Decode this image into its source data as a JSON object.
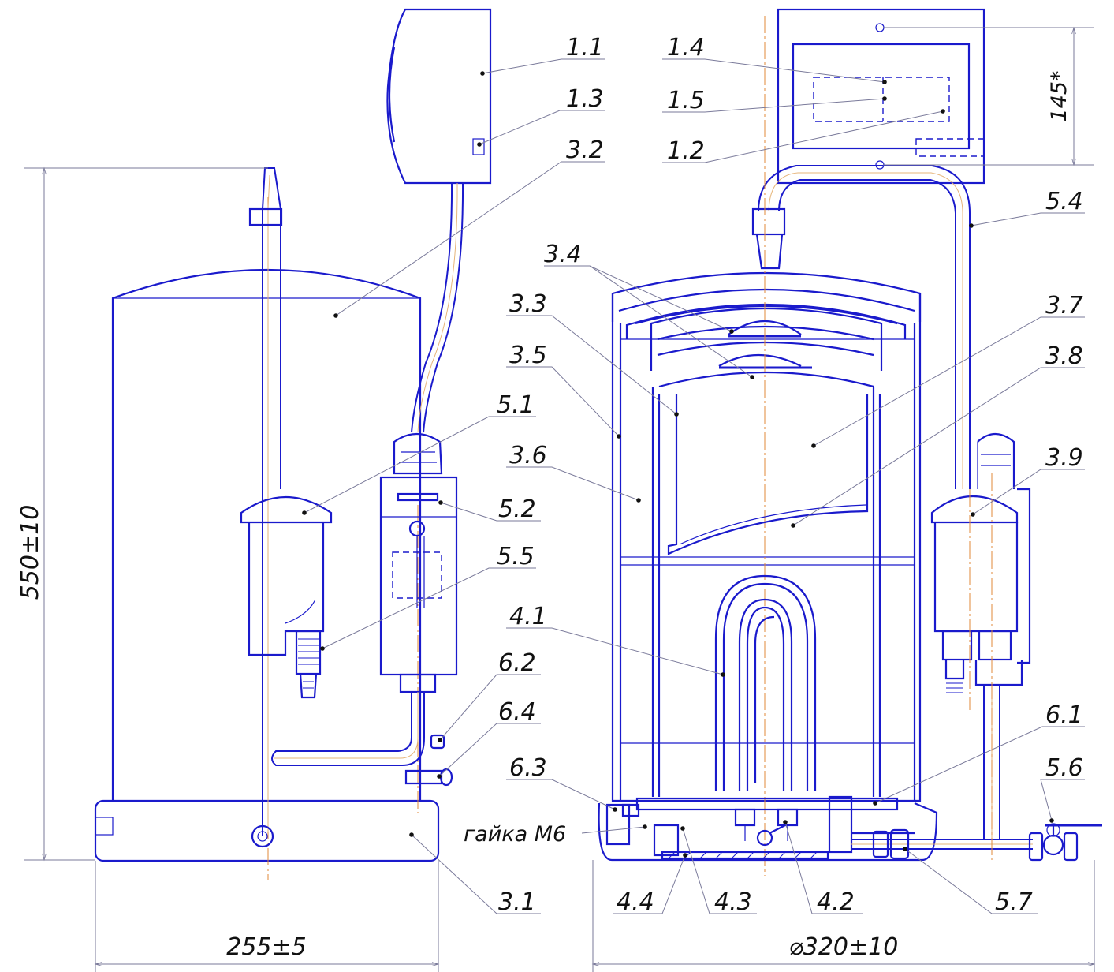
{
  "callouts": [
    "1.1",
    "1.3",
    "3.2",
    "1.4",
    "1.5",
    "1.2",
    "5.4",
    "3.4",
    "3.3",
    "3.7",
    "3.5",
    "3.8",
    "5.1",
    "5.2",
    "3.6",
    "3.9",
    "5.5",
    "4.1",
    "6.2",
    "6.4",
    "6.3",
    "6.1",
    "5.6",
    "гайка М6",
    "3.1",
    "4.4",
    "4.3",
    "4.2",
    "5.7"
  ],
  "dimensions": {
    "height": "550±10",
    "width_side": "255±5",
    "diameter": "⌀320±10",
    "box_spacing": "145*"
  }
}
